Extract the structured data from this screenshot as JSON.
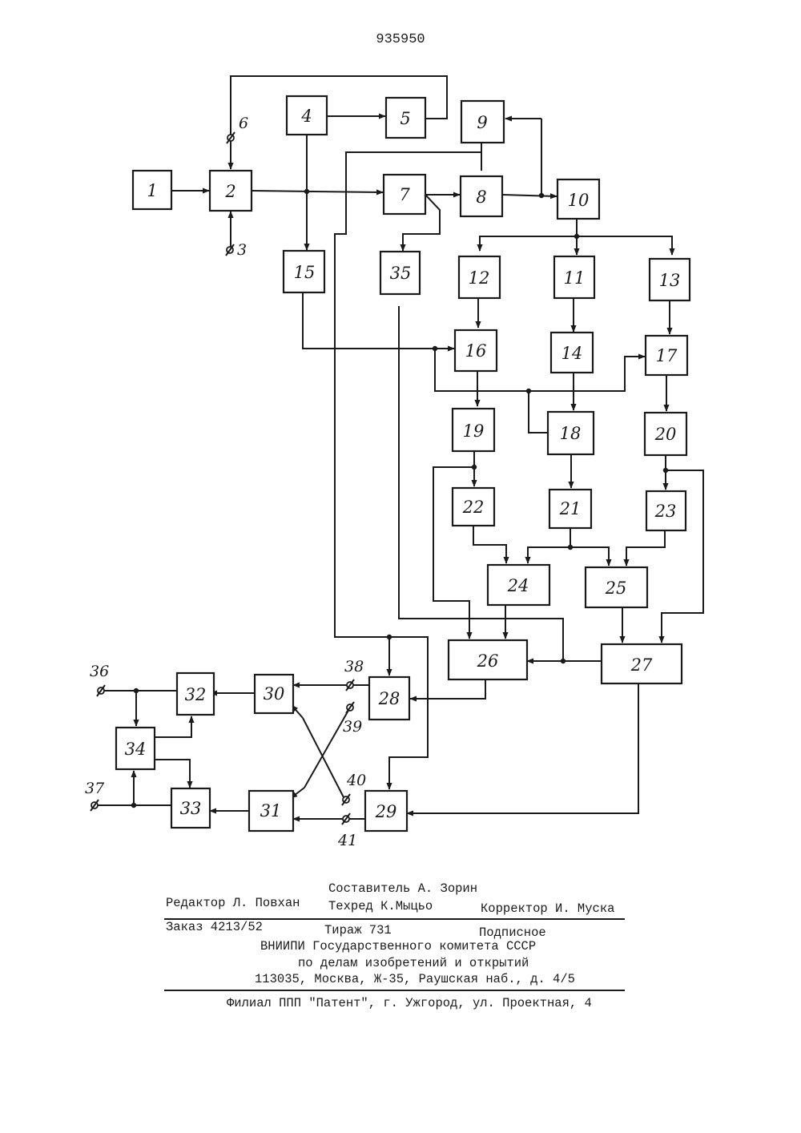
{
  "document_number": "935950",
  "blocks": [
    "1",
    "2",
    "3",
    "4",
    "5",
    "6",
    "7",
    "8",
    "9",
    "10",
    "11",
    "12",
    "13",
    "14",
    "15",
    "16",
    "17",
    "18",
    "19",
    "20",
    "21",
    "22",
    "23",
    "24",
    "25",
    "26",
    "27",
    "28",
    "29",
    "30",
    "31",
    "32",
    "33",
    "34",
    "35",
    "36",
    "37",
    "38",
    "39",
    "40",
    "41"
  ],
  "imprint": {
    "compiler": "Составитель А. Зорин",
    "editor": "Редактор Л. Повхан",
    "techred": "Техред К.Мыцьо",
    "corrector": "Корректор И. Муска",
    "order": "Заказ 4213/52",
    "circulation": "Тираж 731",
    "subscription": "Подписное",
    "org_line1": "ВНИИПИ Государственного комитета СССР",
    "org_line2": "по делам изобретений и открытий",
    "address": "113035, Москва, Ж-35, Раушская наб., д. 4/5",
    "branch": "Филиал ППП \"Патент\", г. Ужгород, ул. Проектная, 4"
  }
}
